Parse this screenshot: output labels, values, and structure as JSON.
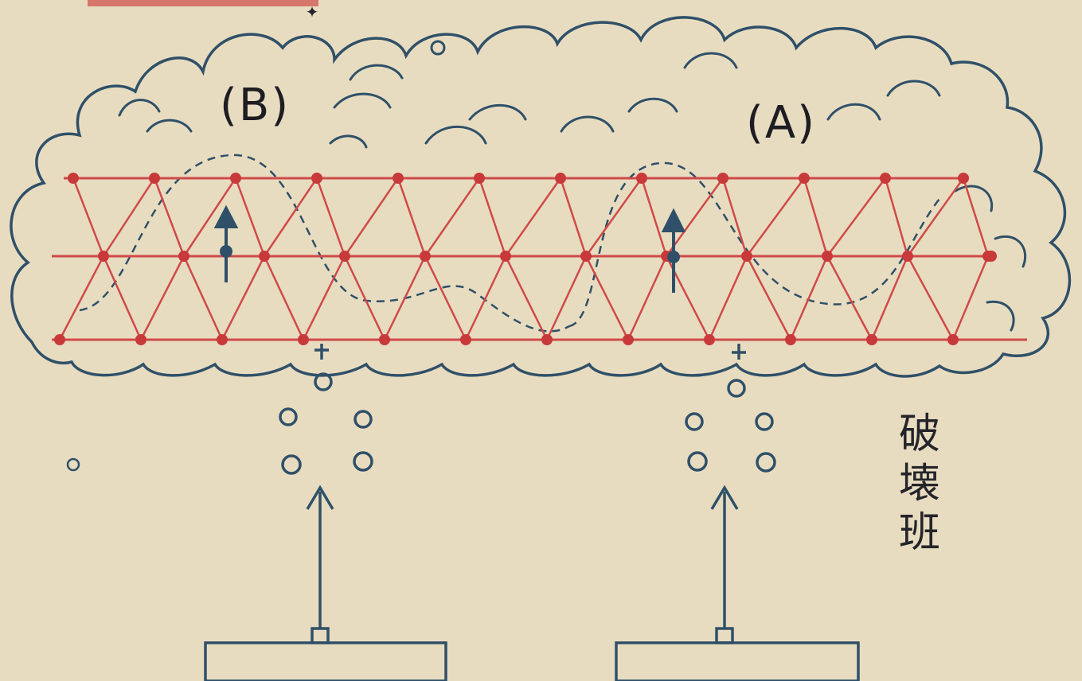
{
  "labels": {
    "b": "(B)",
    "a": "(A)"
  },
  "caption": [
    "破",
    "壊",
    "班"
  ],
  "colors": {
    "paper": "#e8dcc0",
    "cloud": "#2f5068",
    "lattice": "#cf4a48",
    "node": "#c8393a",
    "ink": "#24242a"
  }
}
